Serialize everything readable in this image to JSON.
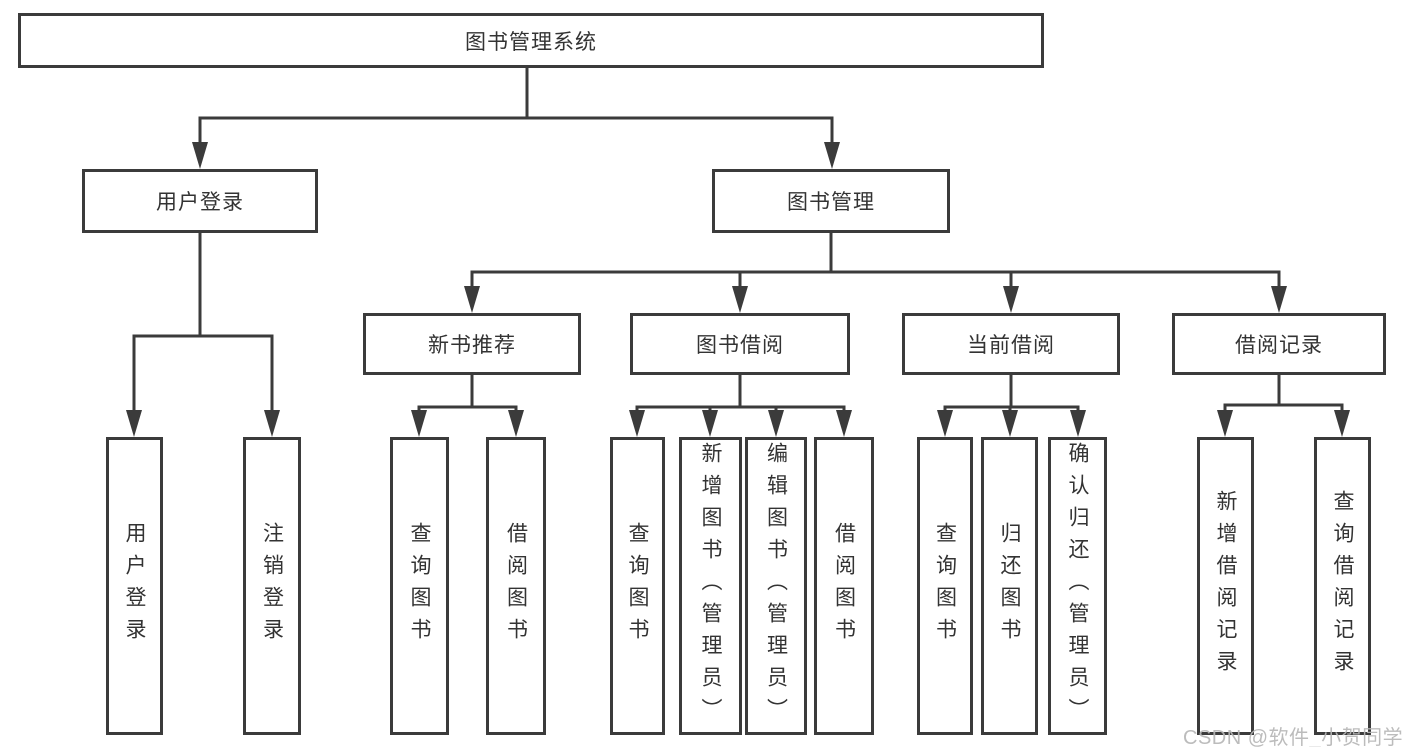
{
  "colors": {
    "line": "#3b3b3b",
    "box_border": "#3b3b3b",
    "text": "#333333",
    "background": "#ffffff",
    "watermark_text": "#b6b6b6"
  },
  "watermark": {
    "label": "CSDN @软件_小贺同学"
  },
  "diagram": {
    "root": {
      "label": "图书管理系统"
    },
    "branches": [
      {
        "label": "用户登录",
        "children": [
          {
            "label": "用户登录"
          },
          {
            "label": "注销登录"
          }
        ]
      },
      {
        "label": "图书管理",
        "children": [
          {
            "label": "新书推荐",
            "children": [
              {
                "label": "查询图书"
              },
              {
                "label": "借阅图书"
              }
            ]
          },
          {
            "label": "图书借阅",
            "children": [
              {
                "label": "查询图书"
              },
              {
                "label": "新增图书（管理员）"
              },
              {
                "label": "编辑图书（管理员）"
              },
              {
                "label": "借阅图书"
              }
            ]
          },
          {
            "label": "当前借阅",
            "children": [
              {
                "label": "查询图书"
              },
              {
                "label": "归还图书"
              },
              {
                "label": "确认归还（管理员）"
              }
            ]
          },
          {
            "label": "借阅记录",
            "children": [
              {
                "label": "新增借阅记录"
              },
              {
                "label": "查询借阅记录"
              }
            ]
          }
        ]
      }
    ]
  }
}
